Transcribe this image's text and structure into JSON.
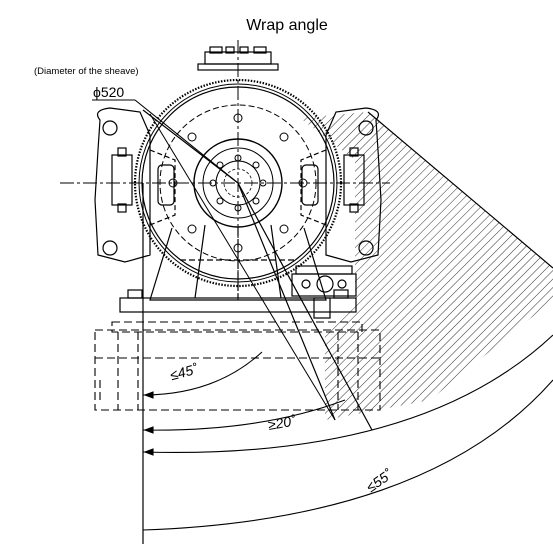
{
  "diagram": {
    "title": "Wrap angle",
    "diameter_note": "(Diameter of the sheave)",
    "diameter_value": "ϕ520",
    "angle_max_45": "≤45˚",
    "angle_min_20": "≥20˚",
    "angle_max_55": "≤55˚"
  }
}
